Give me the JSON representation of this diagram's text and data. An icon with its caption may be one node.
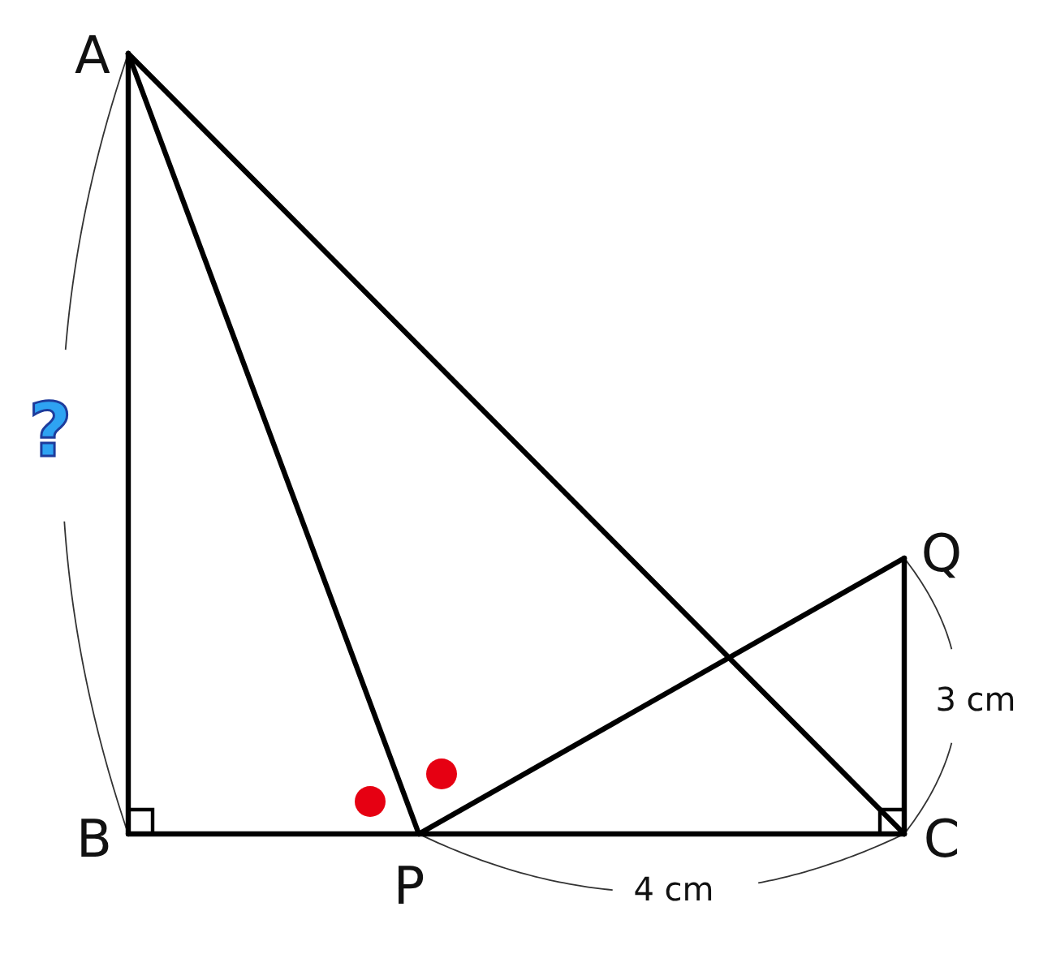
{
  "diagram": {
    "labels": [
      "A",
      "?",
      "Q",
      "3 cm",
      "B",
      "P",
      "4 cm",
      "C"
    ]
  }
}
